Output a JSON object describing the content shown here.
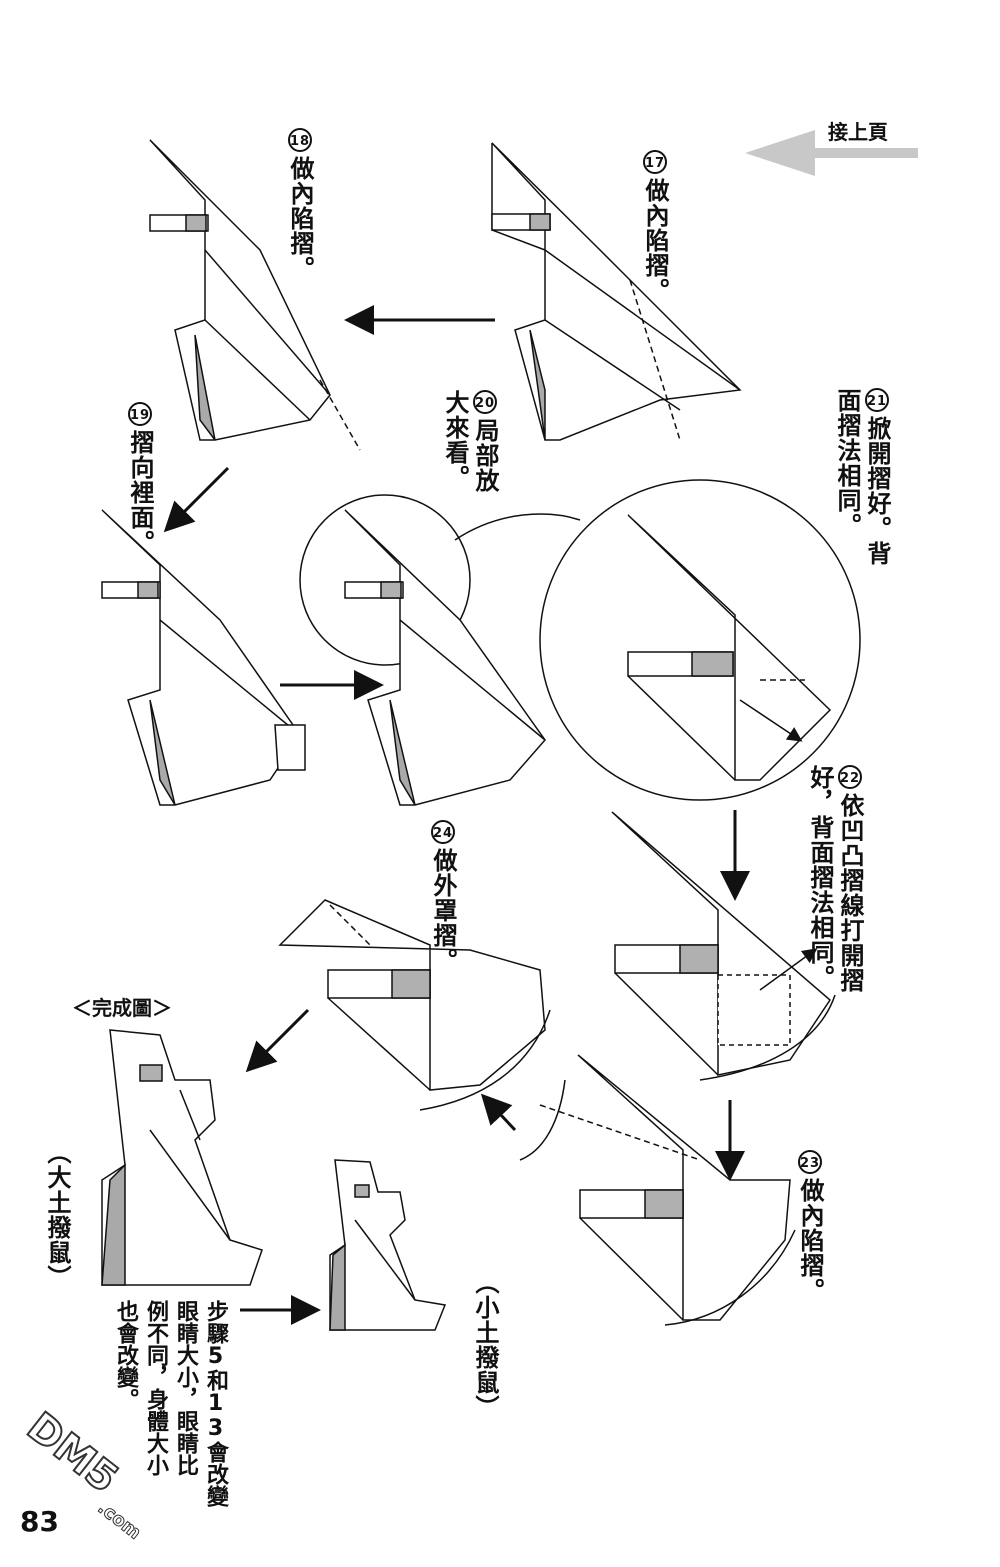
{
  "header": {
    "continue_label": "接上頁"
  },
  "steps": [
    {
      "num": "17",
      "text": "做內陷摺。"
    },
    {
      "num": "18",
      "text": "做內陷摺。"
    },
    {
      "num": "19",
      "text": "摺向裡面。"
    },
    {
      "num": "20",
      "text": "局部放大來看。"
    },
    {
      "num": "21",
      "text": "掀開摺好。背面摺法相同。"
    },
    {
      "num": "22",
      "text": "依凹凸摺線打開摺好，背面摺法相同。"
    },
    {
      "num": "23",
      "text": "做內陷摺。"
    },
    {
      "num": "24",
      "text": "做外罩摺。"
    }
  ],
  "finished": {
    "title": "＜完成圖＞",
    "large_label": "大土撥鼠",
    "small_label": "小土撥鼠",
    "note_line1": "步驟5和13會改變",
    "note_line2": "眼睛大小，眼睛比",
    "note_line3": "例不同，身體大小",
    "note_line4": "也會改變。"
  },
  "page_number": "83",
  "watermark": {
    "text": "DM5",
    "sub": ".com"
  },
  "colors": {
    "ink": "#111111",
    "shade": "#a9a9a9",
    "arrow_gray": "#c8c8c8"
  }
}
